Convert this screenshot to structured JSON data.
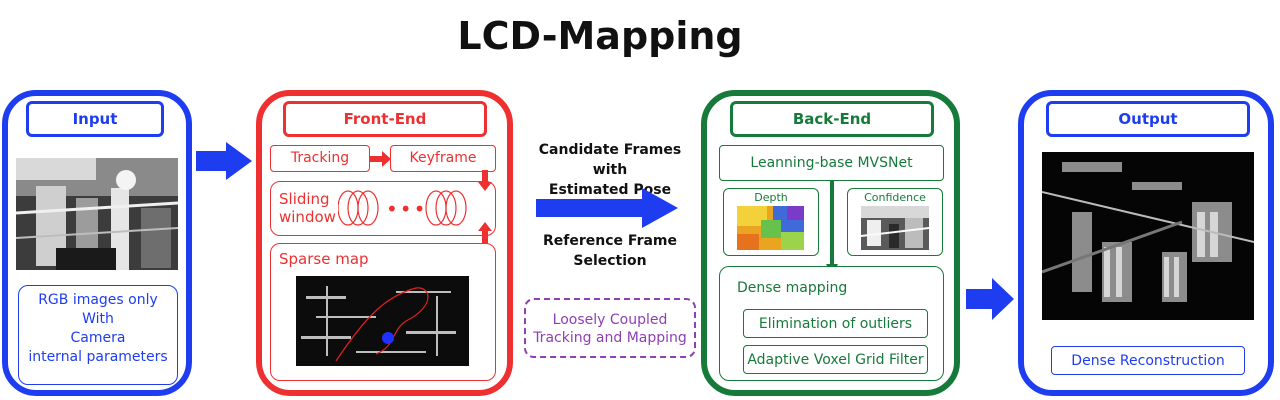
{
  "title": "LCD-Mapping",
  "colors": {
    "input": "#1f3df0",
    "front": "#ee3030",
    "back": "#167a3a",
    "output": "#1f3df0",
    "arrow": "#1f3df0",
    "dashed": "#8e3fb3"
  },
  "input": {
    "header": "Input",
    "description": [
      "RGB images only",
      "With",
      "Camera",
      "internal parameters"
    ]
  },
  "front_end": {
    "header": "Front-End",
    "tracking": "Tracking",
    "keyframe": "Keyframe",
    "sliding_window": [
      "Sliding",
      "window"
    ],
    "dots": "•••",
    "sparse_map": "Sparse map"
  },
  "middle": {
    "candidate": [
      "Candidate Frames with",
      "Estimated Pose"
    ],
    "reference": [
      "Reference Frame",
      "Selection"
    ],
    "loosely": [
      "Loosely Coupled",
      "Tracking and Mapping"
    ]
  },
  "back_end": {
    "header": "Back-End",
    "mvsnet": "Leanning-base MVSNet",
    "depth": "Depth",
    "confidence": "Confidence",
    "dense_mapping": "Dense mapping",
    "elimination": "Elimination of outliers",
    "voxel": "Adaptive Voxel Grid Filter"
  },
  "output": {
    "header": "Output",
    "dense_reconstruction": "Dense Reconstruction"
  }
}
